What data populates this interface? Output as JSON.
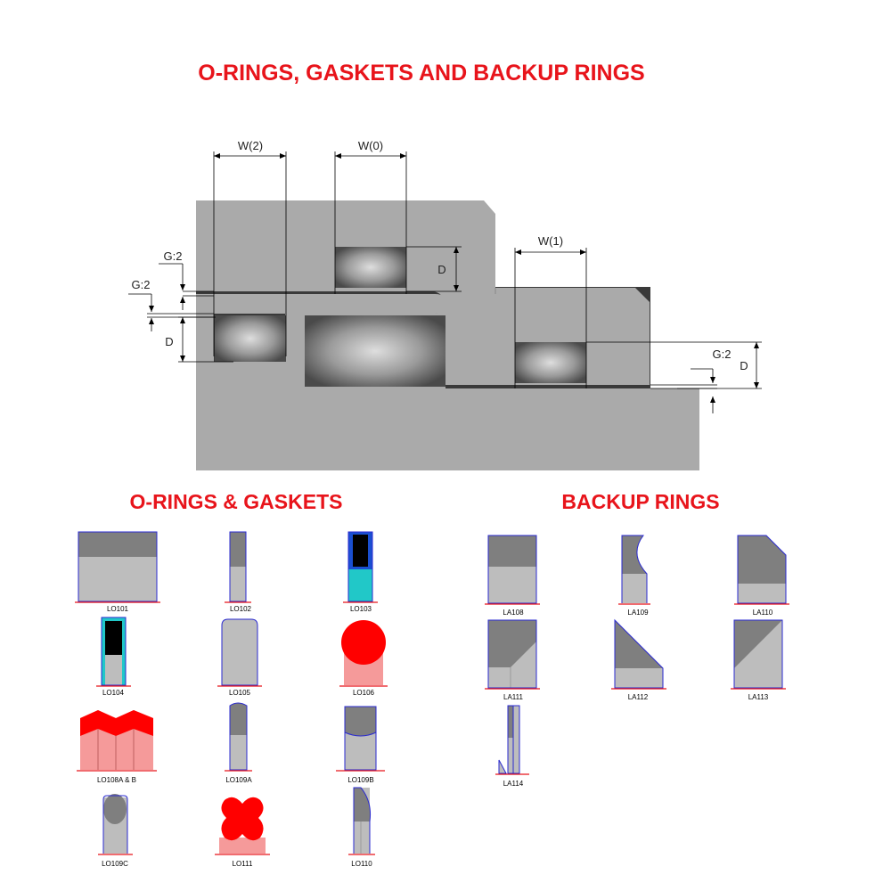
{
  "titles": {
    "main": "O-RINGS, GASKETS AND BACKUP RINGS",
    "orings": "O-RINGS & GASKETS",
    "backup": "BACKUP RINGS"
  },
  "dimensions": {
    "w2": "W(2)",
    "w0": "W(0)",
    "w1": "W(1)",
    "g2": "G:2",
    "d": "D"
  },
  "profiles": {
    "lo101": "LO101",
    "lo102": "LO102",
    "lo103": "LO103",
    "lo104": "LO104",
    "lo105": "LO105",
    "lo106": "LO106",
    "lo108": "LO108A & B",
    "lo109a": "LO109A",
    "lo109b": "LO109B",
    "lo109c": "LO109C",
    "lo111": "LO111",
    "lo110": "LO110",
    "la108": "LA108",
    "la109": "LA109",
    "la110": "LA110",
    "la111": "LA111",
    "la112": "LA112",
    "la113": "LA113",
    "la114": "LA114"
  },
  "colors": {
    "red": "#e8141b",
    "housing": "#aaaaaa",
    "seal_light": "#bdbdbd",
    "seal_dark": "#7f7f7f",
    "outline": "#2a2ad0",
    "cyan": "#21c8c8",
    "pink": "#f59a9a"
  }
}
